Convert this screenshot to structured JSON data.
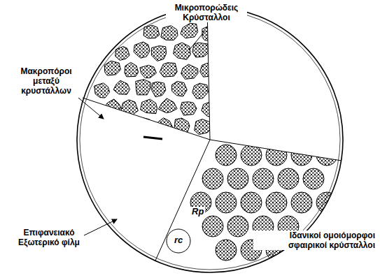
{
  "diagram": {
    "labels": [
      "Μικροπορώδεις Κρύσταλλοι",
      "Μακροπόροι μεταξύ κρυστάλλων",
      "Rp",
      "rc",
      "Επιφανειακό Εξωτερικό φίλμ",
      "Ιδανικοί ομοιόμορφοι σφαιρικοί κρύσταλλοι"
    ]
  }
}
